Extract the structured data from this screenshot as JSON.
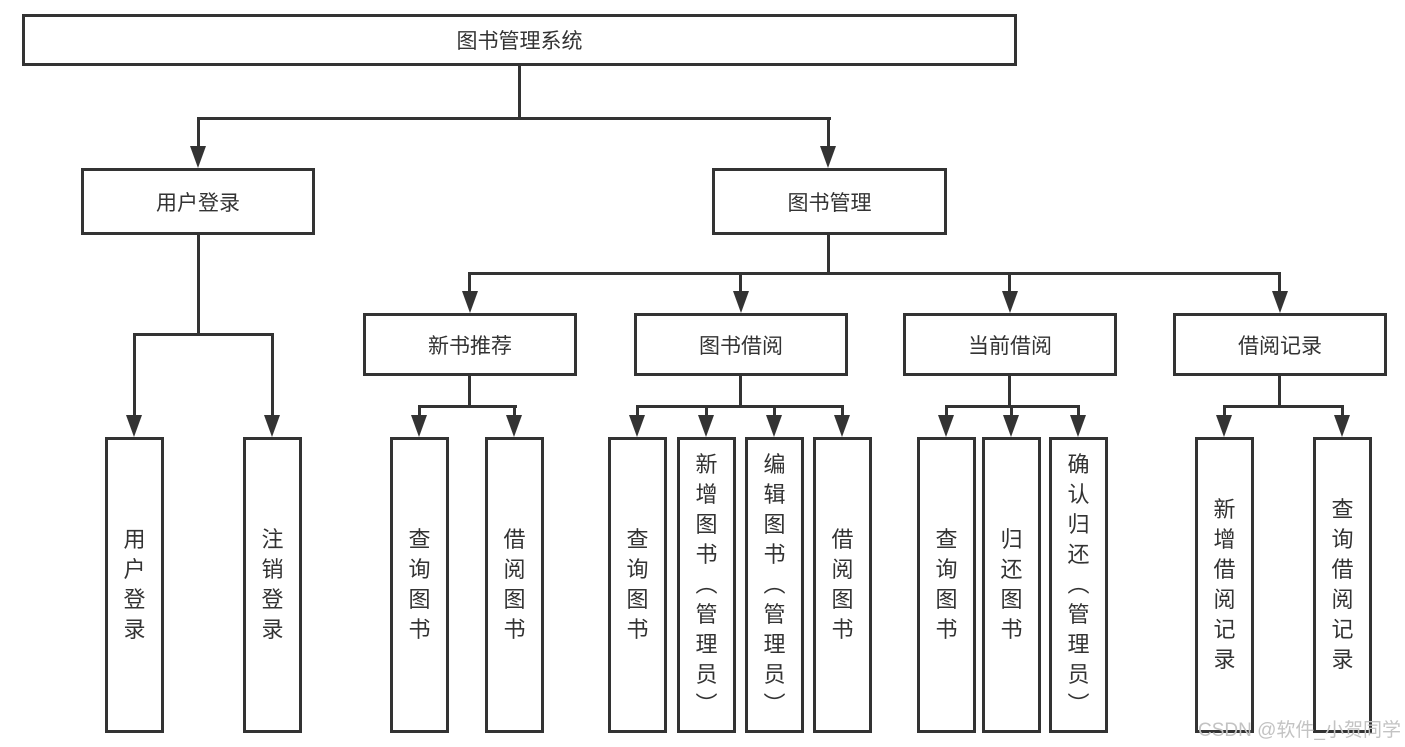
{
  "diagram": {
    "title": "图书管理系统",
    "level2": [
      {
        "label": "用户登录"
      },
      {
        "label": "图书管理"
      }
    ],
    "level3": [
      {
        "label": "新书推荐"
      },
      {
        "label": "图书借阅"
      },
      {
        "label": "当前借阅"
      },
      {
        "label": "借阅记录"
      }
    ],
    "leaves": {
      "user_login": [
        {
          "label": "用户登录"
        },
        {
          "label": "注销登录"
        }
      ],
      "new_book": [
        {
          "label": "查询图书"
        },
        {
          "label": "借阅图书"
        }
      ],
      "book_borrow": [
        {
          "label": "查询图书"
        },
        {
          "label": "新增图书（管理员）"
        },
        {
          "label": "编辑图书（管理员）"
        },
        {
          "label": "借阅图书"
        }
      ],
      "current_borrow": [
        {
          "label": "查询图书"
        },
        {
          "label": "归还图书"
        },
        {
          "label": "确认归还（管理员）"
        }
      ],
      "borrow_record": [
        {
          "label": "新增借阅记录"
        },
        {
          "label": "查询借阅记录"
        }
      ]
    }
  },
  "watermark": {
    "text": "CSDN @软件_小贺同学"
  },
  "colors": {
    "line": "#333333",
    "text": "#333333",
    "watermark": "#c3c3c3",
    "background": "#ffffff"
  }
}
